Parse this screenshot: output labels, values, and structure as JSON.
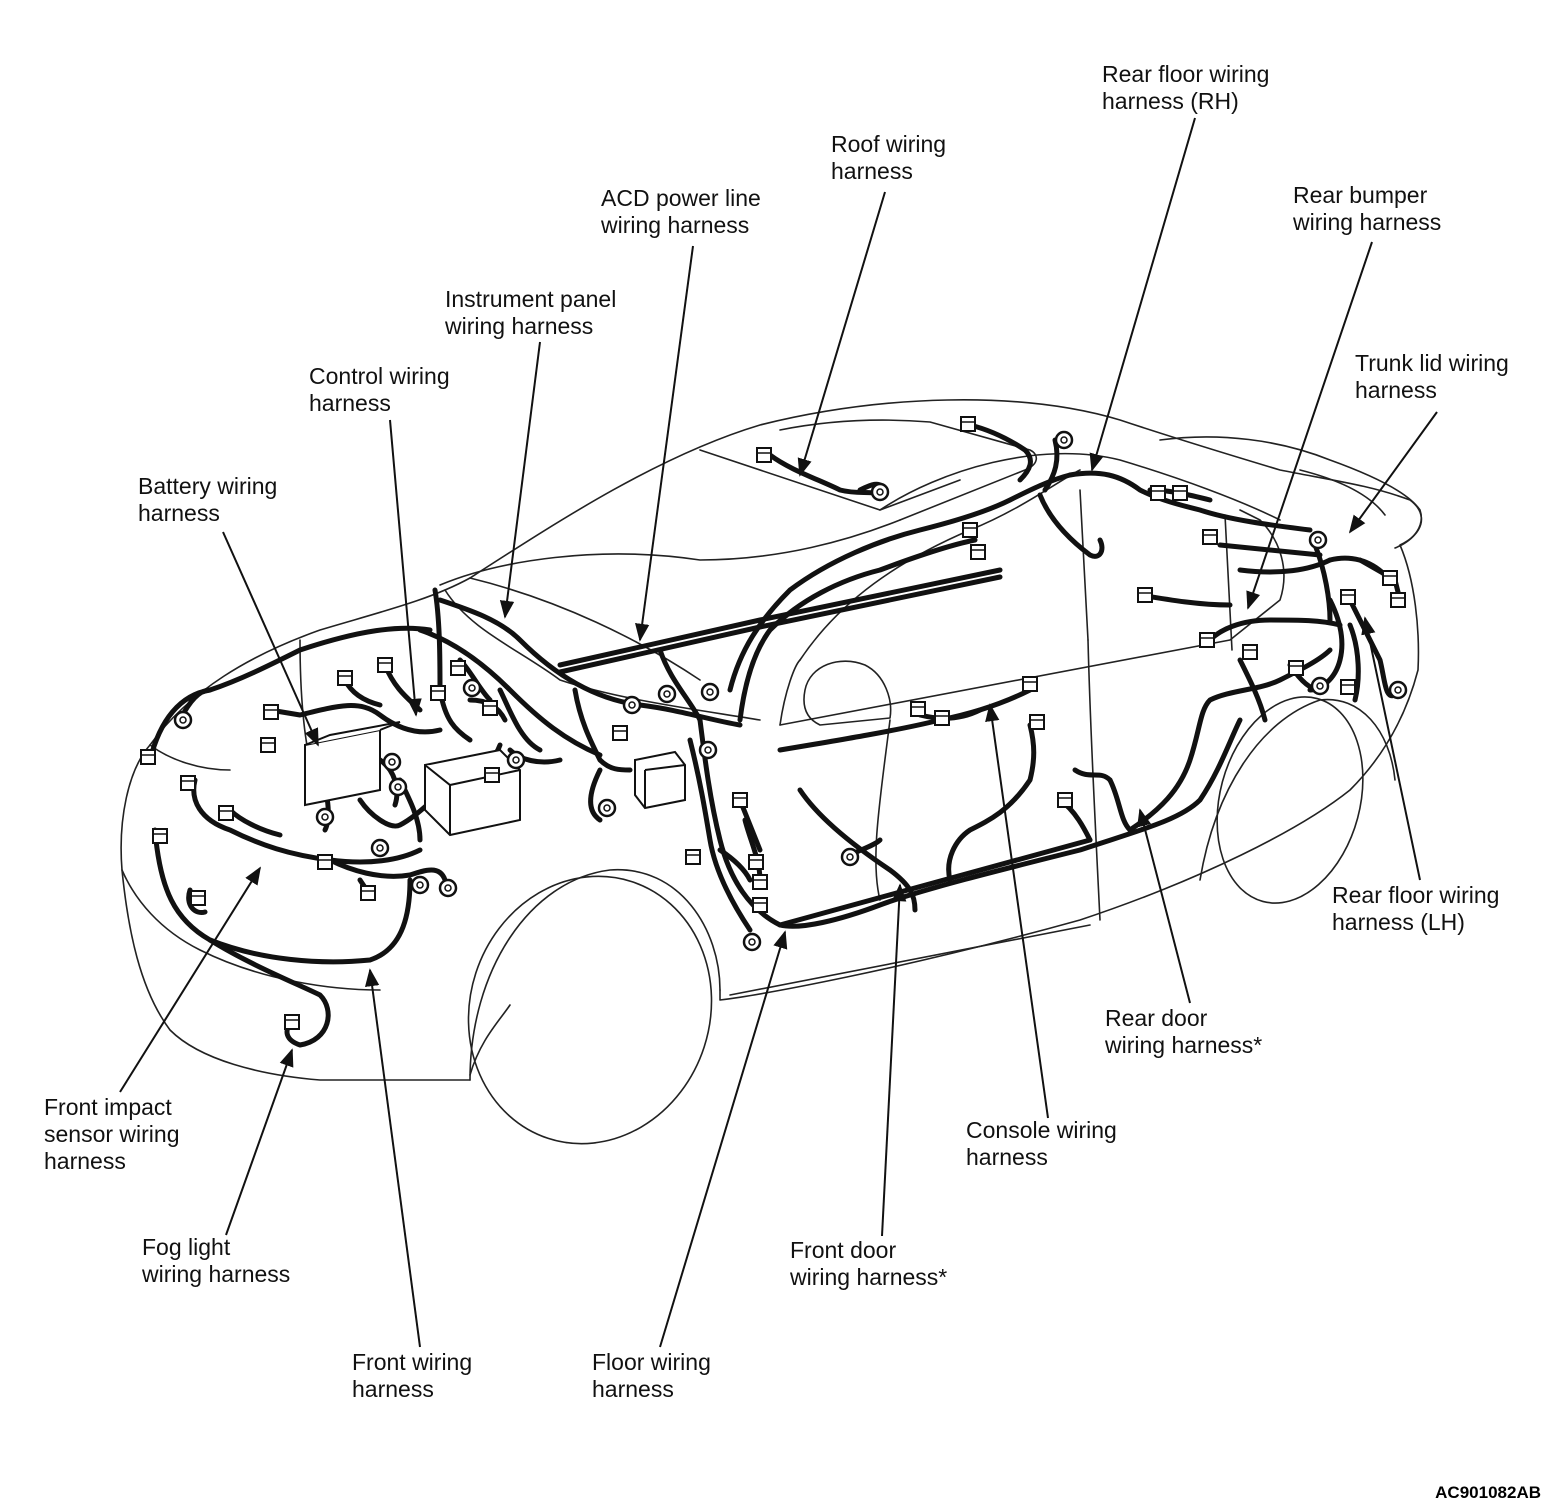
{
  "figure_code": "AC901082AB",
  "colors": {
    "ink": "#111111",
    "background": "#ffffff"
  },
  "labels": {
    "rear_floor_rh": [
      "Rear floor wiring",
      "harness (RH)"
    ],
    "roof": [
      "Roof wiring",
      "harness"
    ],
    "acd_power": [
      "ACD power line",
      "wiring harness"
    ],
    "rear_bumper": [
      "Rear bumper",
      "wiring harness"
    ],
    "instrument_panel": [
      "Instrument panel",
      "wiring harness"
    ],
    "trunk_lid": [
      "Trunk lid wiring",
      "harness"
    ],
    "control": [
      "Control wiring",
      "harness"
    ],
    "battery": [
      "Battery wiring",
      "harness"
    ],
    "rear_floor_lh": [
      "Rear floor wiring",
      "harness (LH)"
    ],
    "rear_door": [
      "Rear door",
      "wiring harness*"
    ],
    "front_impact": [
      "Front impact",
      "sensor wiring",
      "harness"
    ],
    "console": [
      "Console wiring",
      "harness"
    ],
    "fog_light": [
      "Fog light",
      "wiring harness"
    ],
    "front_door": [
      "Front door",
      "wiring harness*"
    ],
    "front": [
      "Front wiring",
      "harness"
    ],
    "floor": [
      "Floor wiring",
      "harness"
    ]
  }
}
